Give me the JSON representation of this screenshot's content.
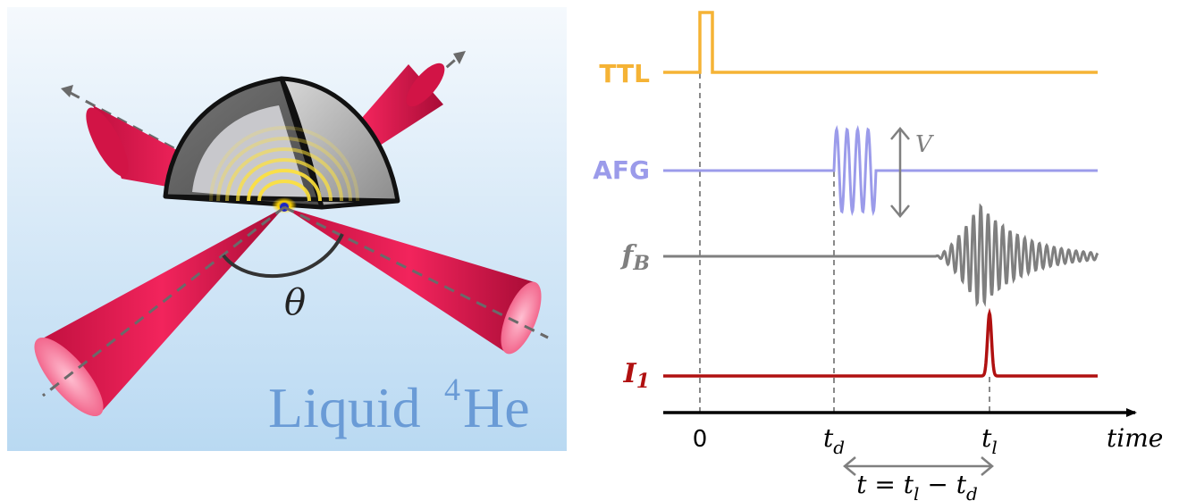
{
  "left_panel": {
    "angle_label": "θ",
    "medium_label": "Liquid",
    "medium_superscript": "4",
    "medium_element": "He",
    "colors": {
      "background_top": "#f4f9fe",
      "background_bottom": "#bfdcf3",
      "beam": "#e8174f",
      "beam_dark": "#b80f3c",
      "beam_face": "#f46e97",
      "axis_dash": "#6a6a6a",
      "medium_text": "#6a9bd6"
    }
  },
  "right_panel": {
    "signals": [
      {
        "key": "ttl",
        "label": "TTL",
        "color": "#f5b335"
      },
      {
        "key": "afg",
        "label": "AFG",
        "color": "#9b9bea"
      },
      {
        "key": "fb",
        "label": "f",
        "subscript": "B",
        "color": "#7f7f7f"
      },
      {
        "key": "i1",
        "label": "I",
        "subscript": "1",
        "color": "#b01010"
      }
    ],
    "amplitude_label": "V",
    "time_axis": {
      "label": "time",
      "ticks": [
        {
          "key": "zero",
          "text": "0"
        },
        {
          "key": "td",
          "text": "t",
          "subscript": "d"
        },
        {
          "key": "tl",
          "text": "t",
          "subscript": "l"
        }
      ]
    },
    "interval": {
      "lhs": "t",
      "eq": " = ",
      "t1": "t",
      "t1_sub": "l",
      "minus": " − ",
      "t2": "t",
      "t2_sub": "d"
    }
  }
}
